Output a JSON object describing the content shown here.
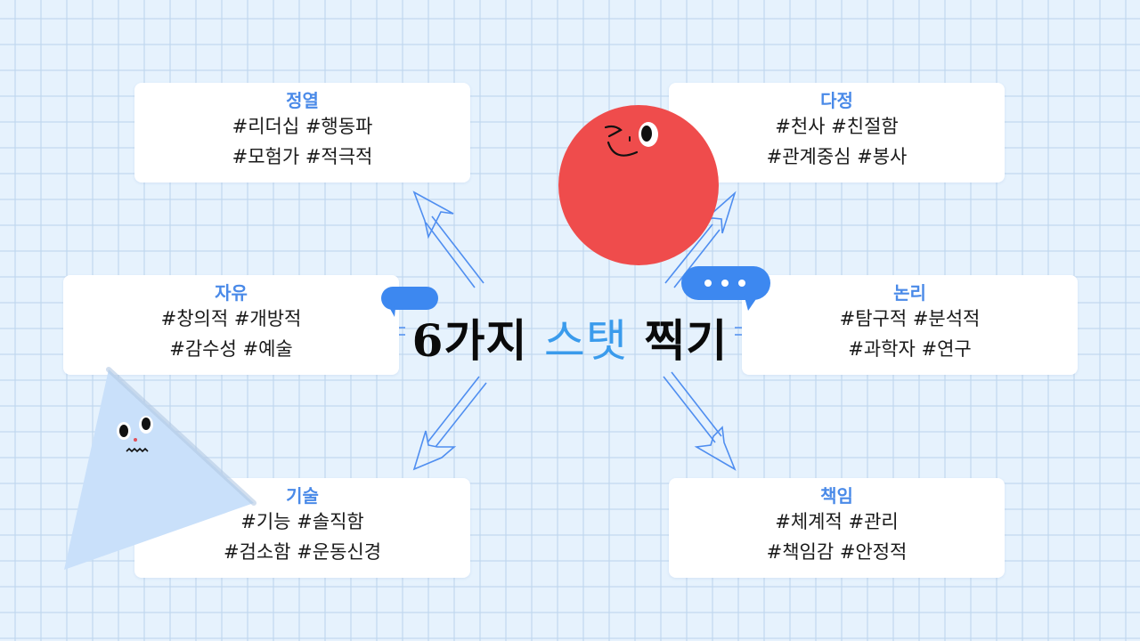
{
  "title": {
    "part1": "6가지",
    "accent": "스탯",
    "part2": "찍기"
  },
  "colors": {
    "accent_blue": "#4a8ae8",
    "title_accent": "#3a9bec",
    "bubble_blue": "#3d88f0",
    "red_circle": "#ef4c4c",
    "triangle": "#c9e0fa",
    "background": "#e6f2fd"
  },
  "stats": [
    {
      "id": "passion",
      "title": "정열",
      "tags_line1": "#리더십 #행동파",
      "tags_line2": "#모험가 #적극적"
    },
    {
      "id": "kind",
      "title": "다정",
      "tags_line1": "#천사 #친절함",
      "tags_line2": "#관계중심 #봉사"
    },
    {
      "id": "freedom",
      "title": "자유",
      "tags_line1": "#창의적 #개방적",
      "tags_line2": "#감수성 #예술"
    },
    {
      "id": "logic",
      "title": "논리",
      "tags_line1": "#탐구적 #분석적",
      "tags_line2": "#과학자 #연구"
    },
    {
      "id": "skill",
      "title": "기술",
      "tags_line1": "#기능 #솔직함",
      "tags_line2": "#검소함 #운동신경"
    },
    {
      "id": "responsibility",
      "title": "책임",
      "tags_line1": "#체계적 #관리",
      "tags_line2": "#책임감 #안정적"
    }
  ],
  "decorations": {
    "red_character": "winking-red-circle",
    "blue_character": "worried-blue-triangle",
    "speech_bubble_left": "blank-speech-bubble",
    "speech_bubble_right": "ellipsis-speech-bubble"
  }
}
